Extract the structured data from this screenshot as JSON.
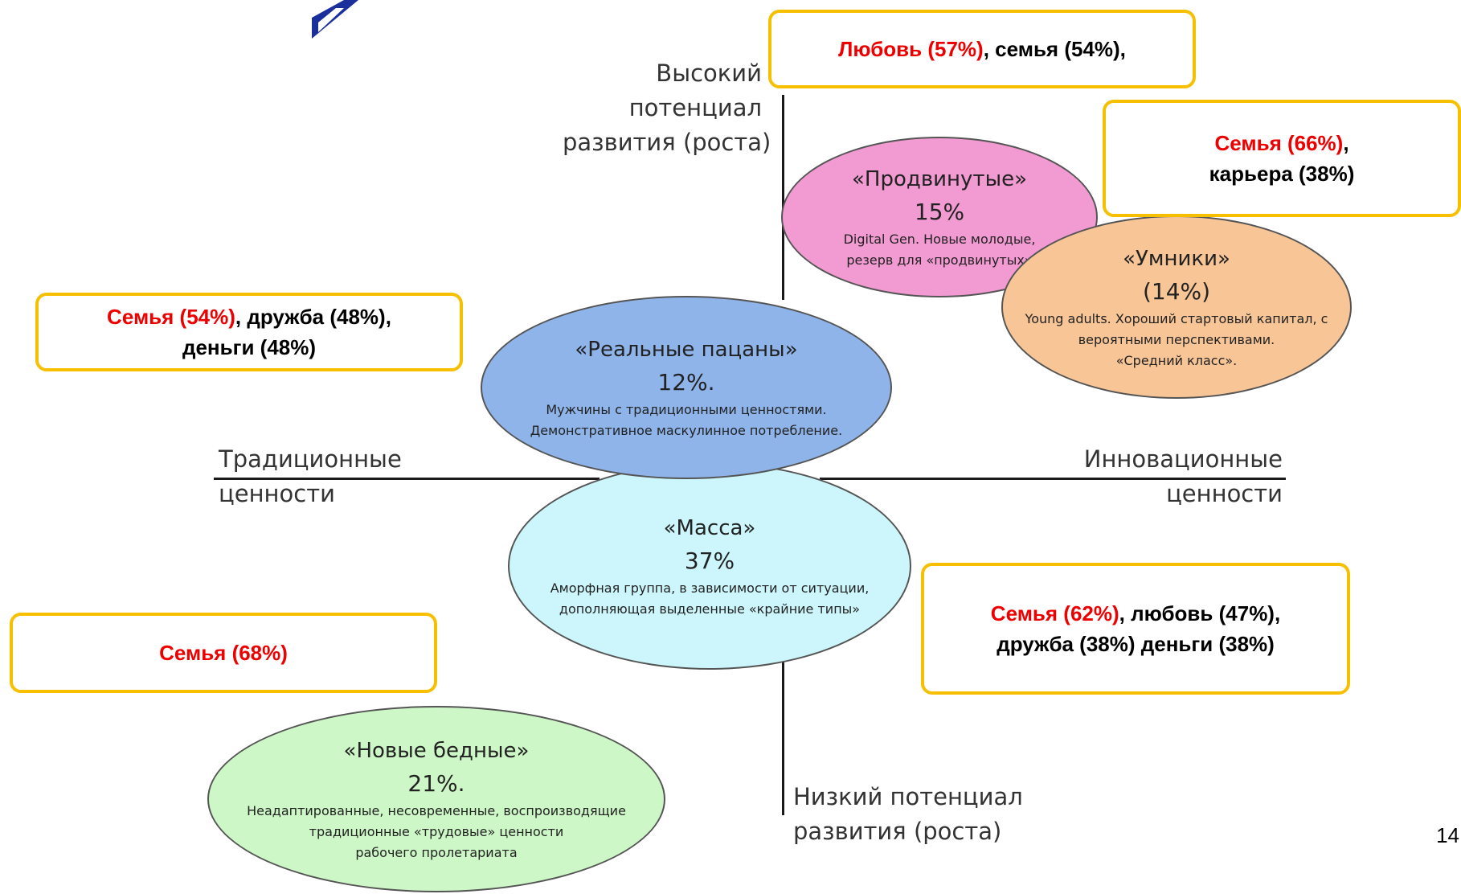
{
  "axes": {
    "top": [
      "Высокий",
      "потенциал",
      "развития (роста)"
    ],
    "bottom": [
      "Низкий потенциал",
      "развития (роста)"
    ],
    "left": [
      "Традиционные",
      "ценности"
    ],
    "right": [
      "Инновационные",
      "ценности"
    ]
  },
  "segments": {
    "advanced": {
      "title": "«Продвинутые»",
      "percent": "15%",
      "desc": [
        "Digital Gen. Новые молодые,",
        "резерв для «продвинутых»"
      ],
      "fill": "#f29ad2"
    },
    "smart": {
      "title": "«Умники»",
      "percent": "(14%)",
      "desc": [
        "Young adults. Хороший стартовый капитал, с",
        "вероятными перспективами.",
        "«Средний класс»."
      ],
      "fill": "#f8c597"
    },
    "real_guys": {
      "title": "«Реальные пацаны»",
      "percent": "12%.",
      "desc": [
        "Мужчины с традиционными ценностями.",
        "Демонстративное маскулинное потребление."
      ],
      "fill": "#8fb4ea"
    },
    "mass": {
      "title": "«Масса»",
      "percent": "37%",
      "desc": [
        "Аморфная группа, в зависимости от ситуации,",
        "дополняющая выделенные «крайние типы»"
      ],
      "fill": "#ccf6fb"
    },
    "new_poor": {
      "title": "«Новые бедные»",
      "percent": "21%.",
      "desc": [
        "Неадаптированные, несовременные, воспроизводящие",
        "традиционные «трудовые» ценности",
        "рабочего пролетариата"
      ],
      "fill": "#cdf7c6"
    }
  },
  "value_boxes": {
    "top": {
      "red": "Любовь (57%)",
      "rest": ", семья (54%),"
    },
    "smart": {
      "red": "Семья (66%)",
      "rest1": ",",
      "line2": "карьера (38%)"
    },
    "real_guys": {
      "red": "Семья (54%)",
      "rest1": ", дружба (48%),",
      "line2": "деньги (48%)"
    },
    "mass": {
      "red": "Семья (62%)",
      "rest1": ", любовь (47%),",
      "line2": "дружба (38%) деньги (38%)"
    },
    "new_poor": {
      "red": "Семья (68%)"
    }
  },
  "page_number": "14",
  "colors": {
    "box_border": "#f6c000",
    "highlight_text": "#ee0000",
    "logo": "#1b2f9c"
  }
}
